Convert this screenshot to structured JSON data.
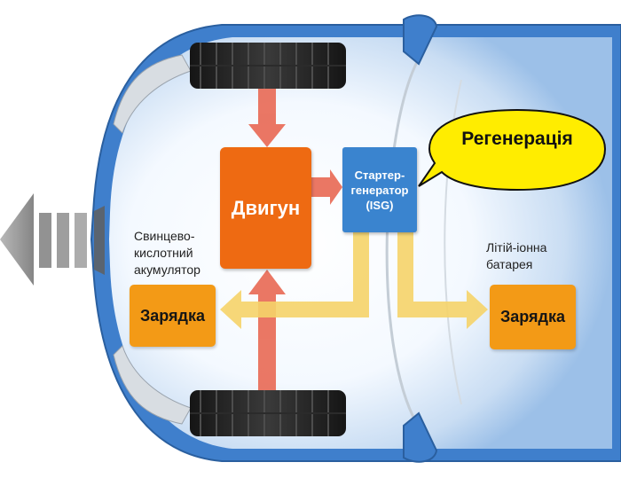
{
  "diagram": {
    "engine_label": "Двигун",
    "isg_label": "Стартер-\nгенератор\n(ISG)",
    "regen_label": "Регенерація",
    "charge_left_label": "Зарядка",
    "charge_right_label": "Зарядка",
    "lead_acid_label": "Свинцево-\nкислотний\nакумулятор",
    "li_ion_label": "Літій-іонна\nбатарея"
  },
  "colors": {
    "car_body": "#3f7fcc",
    "engine_box": "#ee6a12",
    "isg_box": "#3a84cf",
    "charge_box": "#f39a16",
    "energy_flow": "#f6d46a",
    "power_flow": "#e8604a",
    "bubble": "#ffed00"
  }
}
